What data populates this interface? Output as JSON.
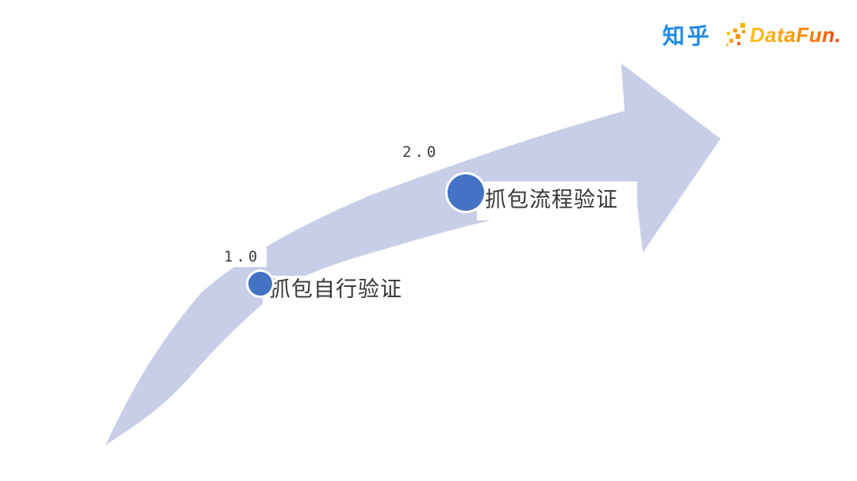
{
  "page": {
    "background_color": "#ffffff"
  },
  "header": {
    "zhihu_logo_text": "知乎",
    "zhihu_color": "#1e88e5",
    "datafun_logo_text": "DataFun.",
    "datafun_gradient_colors": [
      "#ffc21e",
      "#ffa000",
      "#ff7300",
      "#f3350f"
    ]
  },
  "diagram": {
    "type": "growth-arrow-timeline",
    "arrow_color": "#c9cee8",
    "dot_color": "#4472c4",
    "dot_ring_color": "#ffffff",
    "text_color": "#363636",
    "milestones": [
      {
        "version": "1.0",
        "label": "抓包自行验证"
      },
      {
        "version": "2.0",
        "label": "抓包流程验证"
      }
    ]
  }
}
